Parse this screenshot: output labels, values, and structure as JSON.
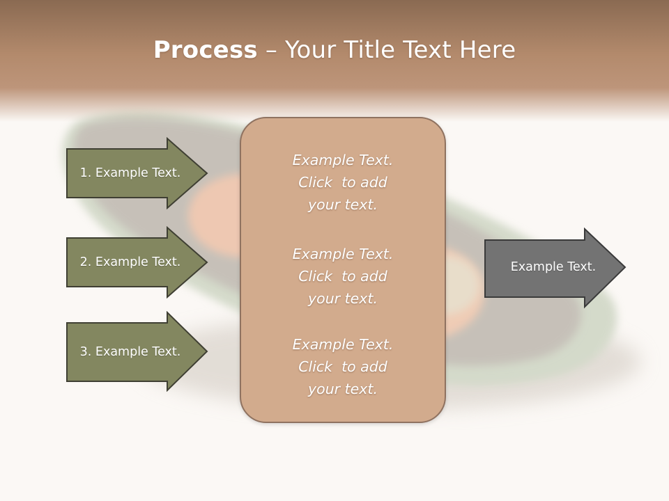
{
  "slide": {
    "title_bold": "Process",
    "title_rest": " – Your Title Text Here"
  },
  "left_arrows": [
    {
      "label": "1. Example Text."
    },
    {
      "label": "2. Example Text."
    },
    {
      "label": "3. Example Text."
    }
  ],
  "center_box": {
    "blocks": [
      {
        "lines": [
          "Example Text.",
          "Click  to add",
          "your text."
        ]
      },
      {
        "lines": [
          "Example Text.",
          "Click  to add",
          "your text."
        ]
      },
      {
        "lines": [
          "Example Text.",
          "Click  to add",
          "your text."
        ]
      }
    ]
  },
  "right_arrow": {
    "label": "Example Text."
  },
  "colors": {
    "header_brown": "#b38a6c",
    "arrow_green": "#838760",
    "arrow_gray": "#737373",
    "box_tan": "#d2ab8d"
  },
  "icons": {
    "background": "mussel-shell-illustration"
  }
}
